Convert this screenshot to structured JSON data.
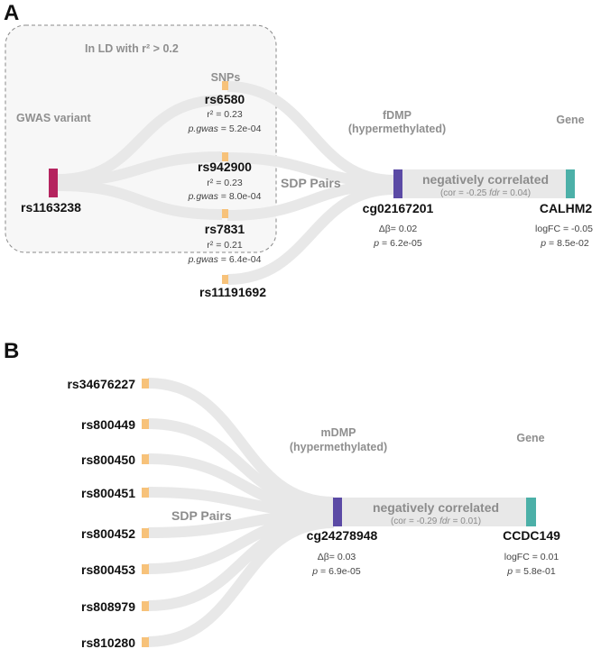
{
  "panel_a": {
    "letter": "A",
    "ld_box_label": "In LD with r² > 0.2",
    "snps_header": "SNPs",
    "gwas_header": "GWAS variant",
    "gwas_variant": "rs1163238",
    "snps": [
      {
        "id": "rs6580",
        "r2": "r² = 0.23",
        "pgwas_label": "p.gwas",
        "pgwas_value": "= 5.2e-04"
      },
      {
        "id": "rs942900",
        "r2": "r² = 0.23",
        "pgwas_label": "p.gwas",
        "pgwas_value": "= 8.0e-04"
      },
      {
        "id": "rs7831",
        "r2": "r² = 0.21",
        "pgwas_label": "p.gwas",
        "pgwas_value": "= 6.4e-04"
      },
      {
        "id": "rs11191692"
      }
    ],
    "sdp_label": "SDP Pairs",
    "dmp_header_1": "fDMP",
    "dmp_header_2": "(hypermethylated)",
    "cpg": "cg02167201",
    "cpg_delta": "Δβ= 0.02",
    "cpg_p_label": "p",
    "cpg_p_value": "= 6.2e-05",
    "corr_title": "negatively correlated",
    "corr_stats_pre": "(cor = -0.25 ",
    "corr_stats_fdr": "fdr",
    "corr_stats_post": " = 0.04)",
    "gene_header": "Gene",
    "gene": "CALHM2",
    "gene_logfc": "logFC = -0.05",
    "gene_p_label": "p",
    "gene_p_value": "= 8.5e-02"
  },
  "panel_b": {
    "letter": "B",
    "snps": [
      "rs34676227",
      "rs800449",
      "rs800450",
      "rs800451",
      "rs800452",
      "rs800453",
      "rs808979",
      "rs810280"
    ],
    "sdp_label": "SDP Pairs",
    "dmp_header_1": "mDMP",
    "dmp_header_2": "(hypermethylated)",
    "cpg": "cg24278948",
    "cpg_delta": "Δβ= 0.03",
    "cpg_p_label": "p",
    "cpg_p_value": "= 6.9e-05",
    "corr_title": "negatively correlated",
    "corr_stats_pre": "(cor = -0.29 ",
    "corr_stats_fdr": "fdr",
    "corr_stats_post": " = 0.01)",
    "gene_header": "Gene",
    "gene": "CCDC149",
    "gene_logfc": "logFC = 0.01",
    "gene_p_label": "p",
    "gene_p_value": "= 5.8e-01"
  },
  "colors": {
    "gwas_node": "#b5245f",
    "snp_node": "#f7c27a",
    "cpg_node": "#5b4aa5",
    "gene_node": "#4cb0a8",
    "link": "#e8e8e8",
    "ld_box_fill": "#f7f7f7",
    "ld_box_stroke": "#8a8a8a"
  }
}
